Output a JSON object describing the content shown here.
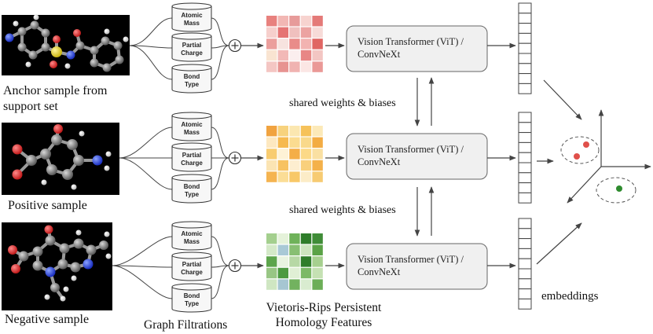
{
  "rows": [
    {
      "sample_label_line1": "Anchor sample from",
      "sample_label_line2": "support set",
      "filtrations": [
        {
          "line1": "Atomic",
          "line2": "Mass"
        },
        {
          "line1": "Partial",
          "line2": "Charge"
        },
        {
          "line1": "Bond",
          "line2": "Type"
        }
      ],
      "model_line1": "Vision Transformer (ViT)  /",
      "model_line2": "ConvNeXt",
      "heatmap_colors": [
        [
          "#e8817e",
          "#f2b7b4",
          "#e79b9a",
          "#f7d3cf",
          "#e47a78"
        ],
        [
          "#f6cfcc",
          "#e57474",
          "#f0c0be",
          "#eca3a1",
          "#f7dbd8"
        ],
        [
          "#eb9f9d",
          "#f7e3df",
          "#e98c89",
          "#f2b3b1",
          "#e06663"
        ],
        [
          "#f9e4d1",
          "#f2b9b7",
          "#fbeeee",
          "#e88685",
          "#f3c6c3"
        ],
        [
          "#f4c6c3",
          "#e79391",
          "#f0b3b1",
          "#fbe6e4",
          "#ea9896"
        ]
      ]
    },
    {
      "sample_label_line1": "Positive sample",
      "sample_label_line2": "",
      "filtrations": [
        {
          "line1": "Atomic",
          "line2": "Mass"
        },
        {
          "line1": "Partial",
          "line2": "Charge"
        },
        {
          "line1": "Bond",
          "line2": "Type"
        }
      ],
      "model_line1": "Vision Transformer (ViT)  /",
      "model_line2": "ConvNeXt",
      "heatmap_colors": [
        [
          "#f1a340",
          "#f7d27d",
          "#fbe7b0",
          "#f6c25a",
          "#fce9b8"
        ],
        [
          "#fde8c0",
          "#f6b94f",
          "#fbdc90",
          "#f9d98b",
          "#f3ac43"
        ],
        [
          "#f8cc70",
          "#fef2d6",
          "#f4ae47",
          "#fcd987",
          "#fae0a2"
        ],
        [
          "#fbe4b3",
          "#f7c261",
          "#fdeed0",
          "#f9d07c",
          "#f4b14a"
        ],
        [
          "#f5b450",
          "#fbdd96",
          "#f8c868",
          "#fcecc7",
          "#f7cb72"
        ]
      ]
    },
    {
      "sample_label_line1": "Negative sample",
      "sample_label_line2": "",
      "filtrations": [
        {
          "line1": "Atomic",
          "line2": "Mass"
        },
        {
          "line1": "Partial",
          "line2": "Charge"
        },
        {
          "line1": "Bond",
          "line2": "Type"
        }
      ],
      "model_line1": "Vision Transformer (ViT)  /",
      "model_line2": "ConvNeXt",
      "heatmap_colors": [
        [
          "#a4cf8e",
          "#e5f2da",
          "#6fb25a",
          "#2f7d2a",
          "#3f8c37"
        ],
        [
          "#d4e9c8",
          "#a9c9d6",
          "#88bf73",
          "#cde5bf",
          "#5aa246"
        ],
        [
          "#5da54c",
          "#e9f4e1",
          "#b7d8a5",
          "#2f7d2a",
          "#a6d08f"
        ],
        [
          "#98c684",
          "#4d9a41",
          "#e0efd5",
          "#7cb967",
          "#c5e1b3"
        ],
        [
          "#cfe6c2",
          "#a6c6d2",
          "#72b25f",
          "#d9ecd0",
          "#6cae57"
        ]
      ]
    }
  ],
  "shared_label_1": "shared weights & biases",
  "shared_label_2": "shared weights & biases",
  "graph_filtrations_label": "Graph Filtrations",
  "homology_line1": "Vietoris-Rips Persistent",
  "homology_line2": "Homology Features",
  "embeddings_label": "embeddings",
  "cluster_colors": {
    "anchor_positive": "#e0504a",
    "negative": "#2e8b2e"
  }
}
